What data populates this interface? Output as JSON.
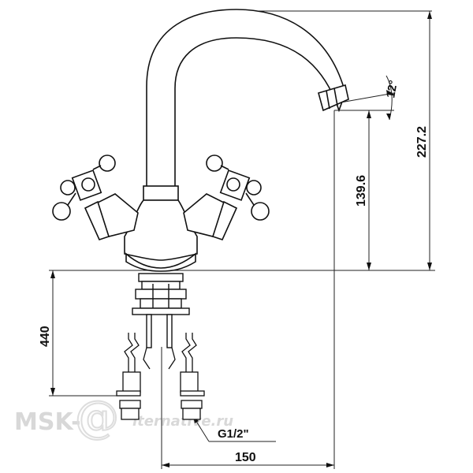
{
  "watermark": {
    "brand": "MSK-",
    "tail": "lternative.ru"
  },
  "dimensions": {
    "total_height": "227.2",
    "spout_height": "139.6",
    "spout_angle": "12°",
    "below_deck": "440",
    "base_width": "150",
    "thread": "G1/2\""
  },
  "colors": {
    "line": "#111111",
    "thin": "#333333",
    "watermark": "#d8d8d8"
  }
}
